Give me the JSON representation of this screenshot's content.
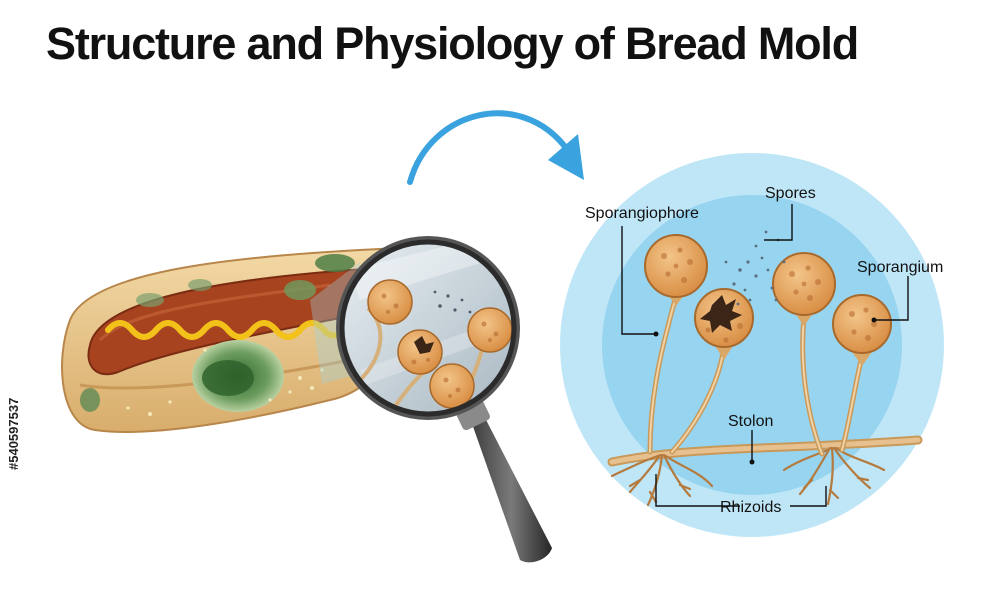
{
  "title": "Structure and Physiology of Bread Mold",
  "watermark": "#540597537",
  "labels": {
    "sporangiophore": "Sporangiophore",
    "spores": "Spores",
    "sporangium": "Sporangium",
    "stolon": "Stolon",
    "rhizoids": "Rhizoids"
  },
  "colors": {
    "arrow": "#3aa3df",
    "circle_outer": "#bfe6f7",
    "circle_inner": "#8fd0ef",
    "sporangium_fill": "#e2a45e",
    "hypha": "#d9b07a",
    "bread": "#e8c48a",
    "sausage": "#a8431f",
    "mustard": "#f2c21a",
    "mold": "#5f8a55"
  }
}
